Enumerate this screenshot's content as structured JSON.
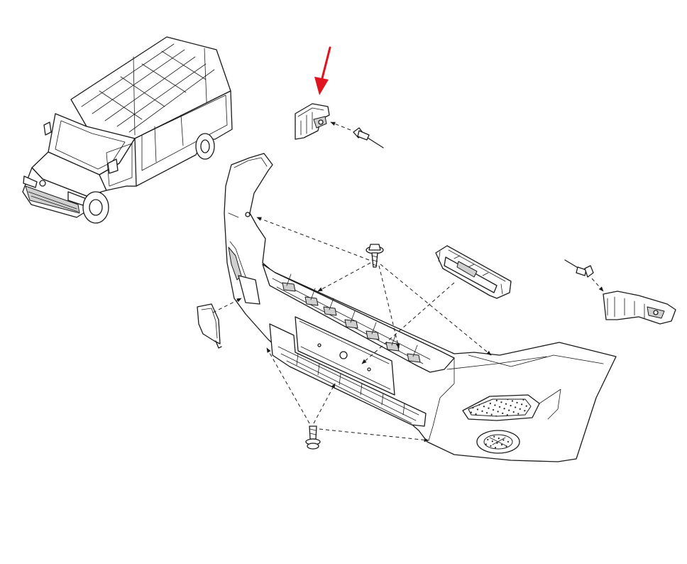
{
  "diagram": {
    "nodes": [
      {
        "id": "van",
        "icon": "van-icon"
      },
      {
        "id": "bracket-left",
        "icon": "bracket-icon"
      },
      {
        "id": "rivet-top",
        "icon": "rivet-icon"
      },
      {
        "id": "bumper",
        "icon": "bumper-icon"
      },
      {
        "id": "screw-top",
        "icon": "screw-icon"
      },
      {
        "id": "license-bracket",
        "icon": "license-plate-bracket-icon"
      },
      {
        "id": "rivet-right",
        "icon": "rivet-icon"
      },
      {
        "id": "bracket-right",
        "icon": "bracket-icon"
      },
      {
        "id": "tow-cover",
        "icon": "tow-hook-cover-icon"
      },
      {
        "id": "screw-bottom",
        "icon": "screw-icon"
      }
    ],
    "highlight_arrow": {
      "points_to": "bracket-left",
      "color": "#e0141e"
    },
    "line_color": "#1a1a1a"
  }
}
